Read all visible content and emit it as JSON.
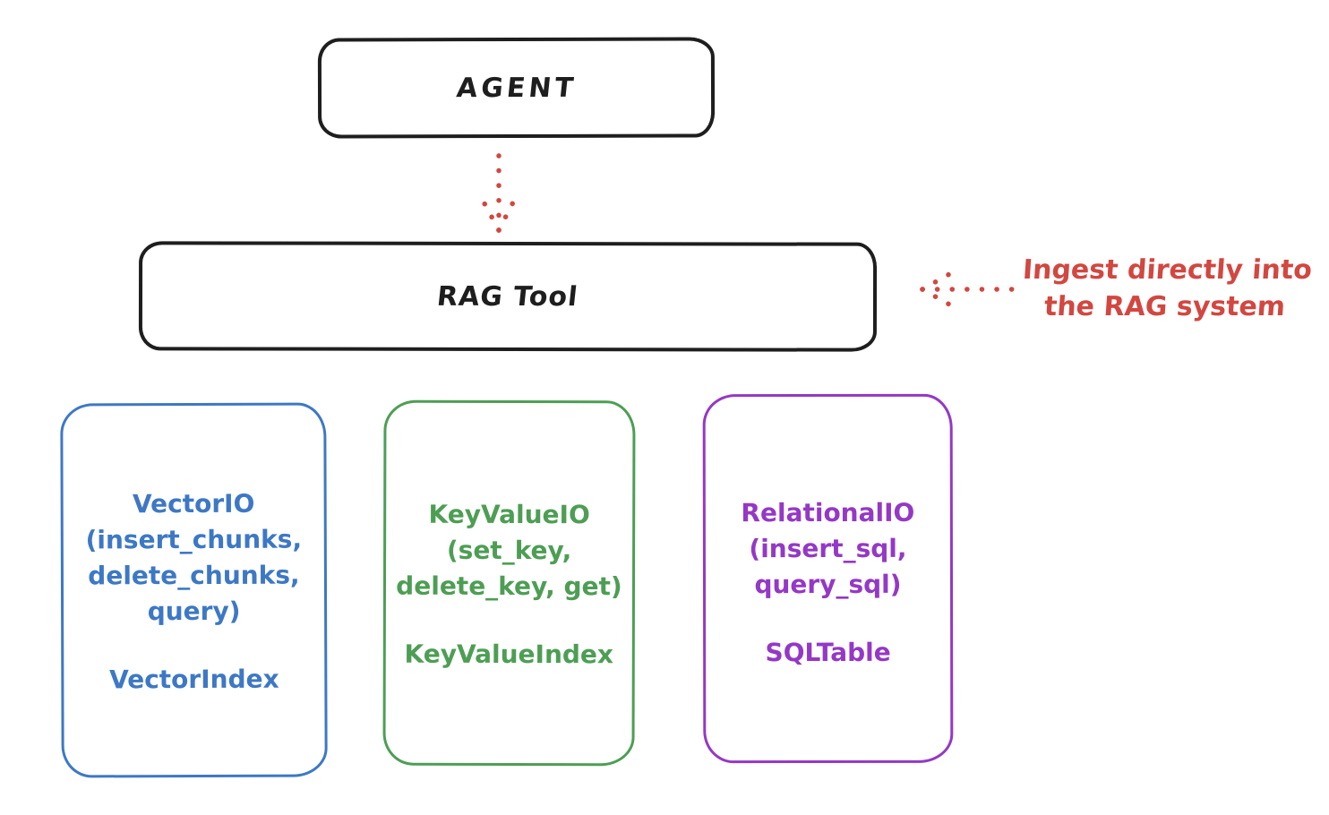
{
  "agent_box": {
    "label": "AGENT"
  },
  "rag_box": {
    "label": "RAG Tool"
  },
  "connector": {
    "icon": "dotted-down-arrow"
  },
  "annotation": {
    "icon": "dotted-left-arrow",
    "line1": "Ingest directly into",
    "line2": "the RAG system"
  },
  "cards": [
    {
      "name": "vector-io",
      "lines": [
        "VectorIO",
        "(insert_chunks,",
        "delete_chunks,",
        "query)"
      ],
      "index_label": "VectorIndex",
      "color": "#3d78c5"
    },
    {
      "name": "keyvalue-io",
      "lines": [
        "KeyValueIO",
        "(set_key,",
        "delete_key, get)"
      ],
      "index_label": "KeyValueIndex",
      "color": "#4d9e54"
    },
    {
      "name": "relational-io",
      "lines": [
        "RelationalIO",
        "(insert_sql,",
        "query_sql)"
      ],
      "index_label": "SQLTable",
      "color": "#9438c6"
    }
  ],
  "colors": {
    "stroke": "#1e1e1e",
    "accent_red": "#d24740",
    "blue": "#3d78c5",
    "green": "#4d9e54",
    "purple": "#9438c6",
    "background": "#ffffff"
  }
}
